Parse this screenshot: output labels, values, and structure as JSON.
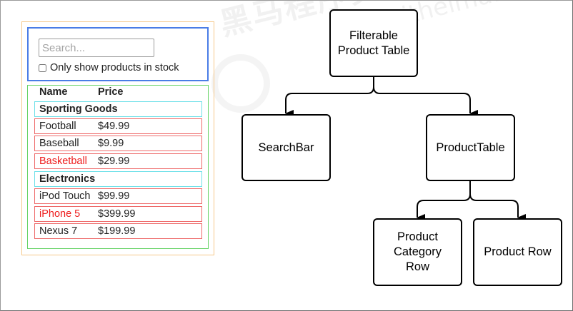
{
  "watermark": {
    "text": "黑马程序员",
    "subtext": "www.itheima.com"
  },
  "mock": {
    "search": {
      "placeholder": "Search...",
      "value": ""
    },
    "stock_checkbox_label": "Only show products in stock",
    "stock_checkbox_checked": false,
    "columns": [
      "Name",
      "Price"
    ],
    "categories": [
      {
        "name": "Sporting Goods",
        "products": [
          {
            "name": "Football",
            "price": "$49.99",
            "in_stock": true
          },
          {
            "name": "Baseball",
            "price": "$9.99",
            "in_stock": true
          },
          {
            "name": "Basketball",
            "price": "$29.99",
            "in_stock": false
          }
        ]
      },
      {
        "name": "Electronics",
        "products": [
          {
            "name": "iPod Touch",
            "price": "$99.99",
            "in_stock": true
          },
          {
            "name": "iPhone 5",
            "price": "$399.99",
            "in_stock": false
          },
          {
            "name": "Nexus 7",
            "price": "$199.99",
            "in_stock": true
          }
        ]
      }
    ],
    "colors": {
      "outer": "#f6c98a",
      "search_bar": "#4a7de6",
      "product_table": "#68d468",
      "category_row": "#6de0e8",
      "product_row": "#ee6a6a",
      "out_of_stock_text": "#ee1c1c"
    }
  },
  "diagram": {
    "nodes": {
      "filterable": "Filterable\nProduct Table",
      "searchbar": "SearchBar",
      "producttable": "ProductTable",
      "category_row": "Product\nCategory\nRow",
      "product_row": "Product Row"
    },
    "edges": [
      [
        "filterable",
        "searchbar"
      ],
      [
        "filterable",
        "producttable"
      ],
      [
        "producttable",
        "category_row"
      ],
      [
        "producttable",
        "product_row"
      ]
    ]
  }
}
